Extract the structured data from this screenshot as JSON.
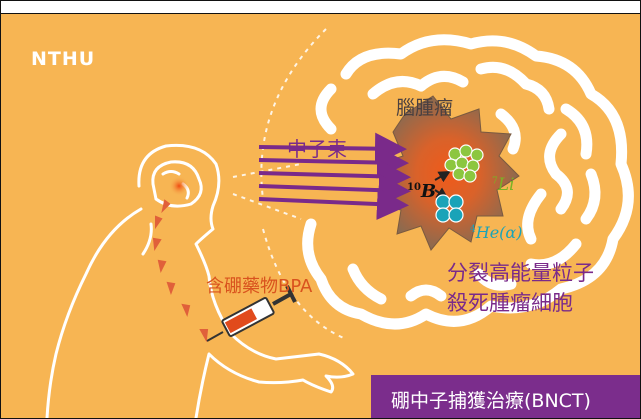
{
  "header": {
    "logo_text": "NTHU"
  },
  "labels": {
    "tumor": "腦腫瘤",
    "neutron_beam": "中子束",
    "boron_mass": "10",
    "boron_symbol": "B",
    "lithium_mass": "7",
    "lithium_symbol": "Li",
    "helium_mass": "4",
    "helium_symbol": "He(α)",
    "fission_line1": "分裂高能量粒子",
    "fission_line2": "殺死腫瘤細胞",
    "drug": "含硼藥物BPA"
  },
  "footer": {
    "title": "硼中子捕獲治療(BNCT)"
  },
  "colors": {
    "background": "#f7b553",
    "banner": "#7b2d8c",
    "beam": "#7a2a8a",
    "tumor": "#8c6a4f",
    "tumor_core": "#e0521e",
    "lithium": "#8cc63f",
    "helium": "#1aa3b8",
    "syringe_fluid": "#e14a1c"
  },
  "icons": [
    "brain-icon",
    "human-silhouette-icon",
    "syringe-icon",
    "neutron-beam-arrows-icon",
    "tumor-cell-icon",
    "lithium-nucleus-icon",
    "helium-nucleus-icon"
  ]
}
